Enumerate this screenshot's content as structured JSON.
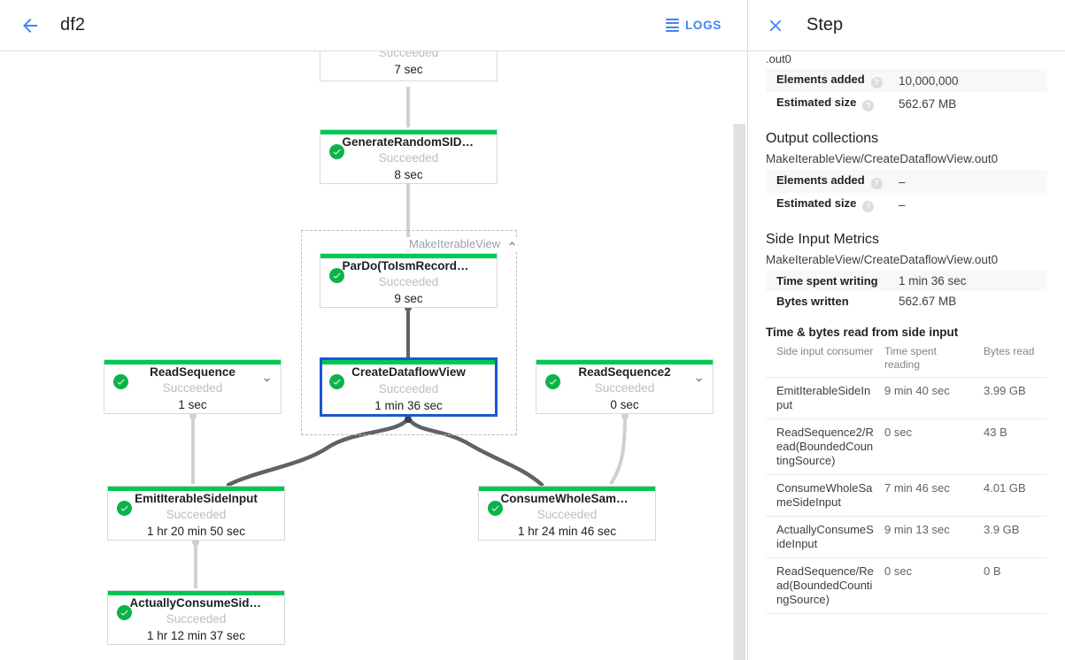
{
  "header": {
    "back_icon": "arrow-left-icon",
    "job_title": "df2",
    "logs_label": "LOGS",
    "logs_icon": "list-icon"
  },
  "graph": {
    "group": {
      "label": "MakeIterableView",
      "collapse_icon": "chevron-up-icon"
    },
    "nodes": [
      {
        "id": "top-clipped",
        "title": "",
        "status": "Succeeded",
        "time": "7 sec",
        "clipped": true
      },
      {
        "id": "generate-random-si-data",
        "title": "GenerateRandomSIData",
        "status": "Succeeded",
        "time": "8 sec"
      },
      {
        "id": "pardo-toismrecordfor",
        "title": "ParDo(ToIsmRecordFor…",
        "status": "Succeeded",
        "time": "9 sec"
      },
      {
        "id": "create-dataflow-view",
        "title": "CreateDataflowView",
        "status": "Succeeded",
        "time": "1 min 36 sec",
        "selected": true
      },
      {
        "id": "read-sequence",
        "title": "ReadSequence",
        "status": "Succeeded",
        "time": "1 sec",
        "expandable": true
      },
      {
        "id": "read-sequence-2",
        "title": "ReadSequence2",
        "status": "Succeeded",
        "time": "0 sec",
        "expandable": true
      },
      {
        "id": "emit-iterable-side-input",
        "title": "EmitIterableSideInput",
        "status": "Succeeded",
        "time": "1 hr 20 min 50 sec"
      },
      {
        "id": "consume-whole-same-side-input",
        "title": "ConsumeWholeSameSi…",
        "status": "Succeeded",
        "time": "1 hr 24 min 46 sec"
      },
      {
        "id": "actually-consume-side-input",
        "title": "ActuallyConsumeSideI…",
        "status": "Succeeded",
        "time": "1 hr 12 min 37 sec"
      }
    ],
    "status_color": "#00c853",
    "selected_color": "#1a56d6"
  },
  "panel": {
    "close_icon": "close-icon",
    "title": "Step",
    "clipped_text": ".out0",
    "input_metrics": [
      {
        "key": "Elements added",
        "value": "10,000,000"
      },
      {
        "key": "Estimated size",
        "value": "562.67 MB"
      }
    ],
    "output_collections": {
      "heading": "Output collections",
      "collection_name": "MakeIterableView/CreateDataflowView.out0",
      "rows": [
        {
          "key": "Elements added",
          "value": "–"
        },
        {
          "key": "Estimated size",
          "value": "–"
        }
      ]
    },
    "side_input_metrics": {
      "heading": "Side Input Metrics",
      "collection_name": "MakeIterableView/CreateDataflowView.out0",
      "rows": [
        {
          "key": "Time spent writing",
          "value": "1 min 36 sec"
        },
        {
          "key": "Bytes written",
          "value": "562.67 MB"
        }
      ],
      "table_heading": "Time & bytes read from side input",
      "columns": [
        "Side input consumer",
        "Time spent reading",
        "Bytes read"
      ],
      "rows_table": [
        {
          "consumer": "EmitIterableSideInput",
          "time": "9 min 40 sec",
          "bytes": "3.99 GB"
        },
        {
          "consumer": "ReadSequence2/Read(BoundedCountingSource)",
          "time": "0 sec",
          "bytes": "43 B"
        },
        {
          "consumer": "ConsumeWholeSameSideInput",
          "time": "7 min 46 sec",
          "bytes": "4.01 GB"
        },
        {
          "consumer": "ActuallyConsumeSideInput",
          "time": "9 min 13 sec",
          "bytes": "3.9 GB"
        },
        {
          "consumer": "ReadSequence/Read(BoundedCountingSource)",
          "time": "0 sec",
          "bytes": "0 B"
        }
      ]
    },
    "help_glyph": "?"
  },
  "colors": {
    "accent_blue": "#4285f4",
    "success_green": "#00c853",
    "selected_blue": "#1a56d6",
    "divider": "#dadce0"
  }
}
